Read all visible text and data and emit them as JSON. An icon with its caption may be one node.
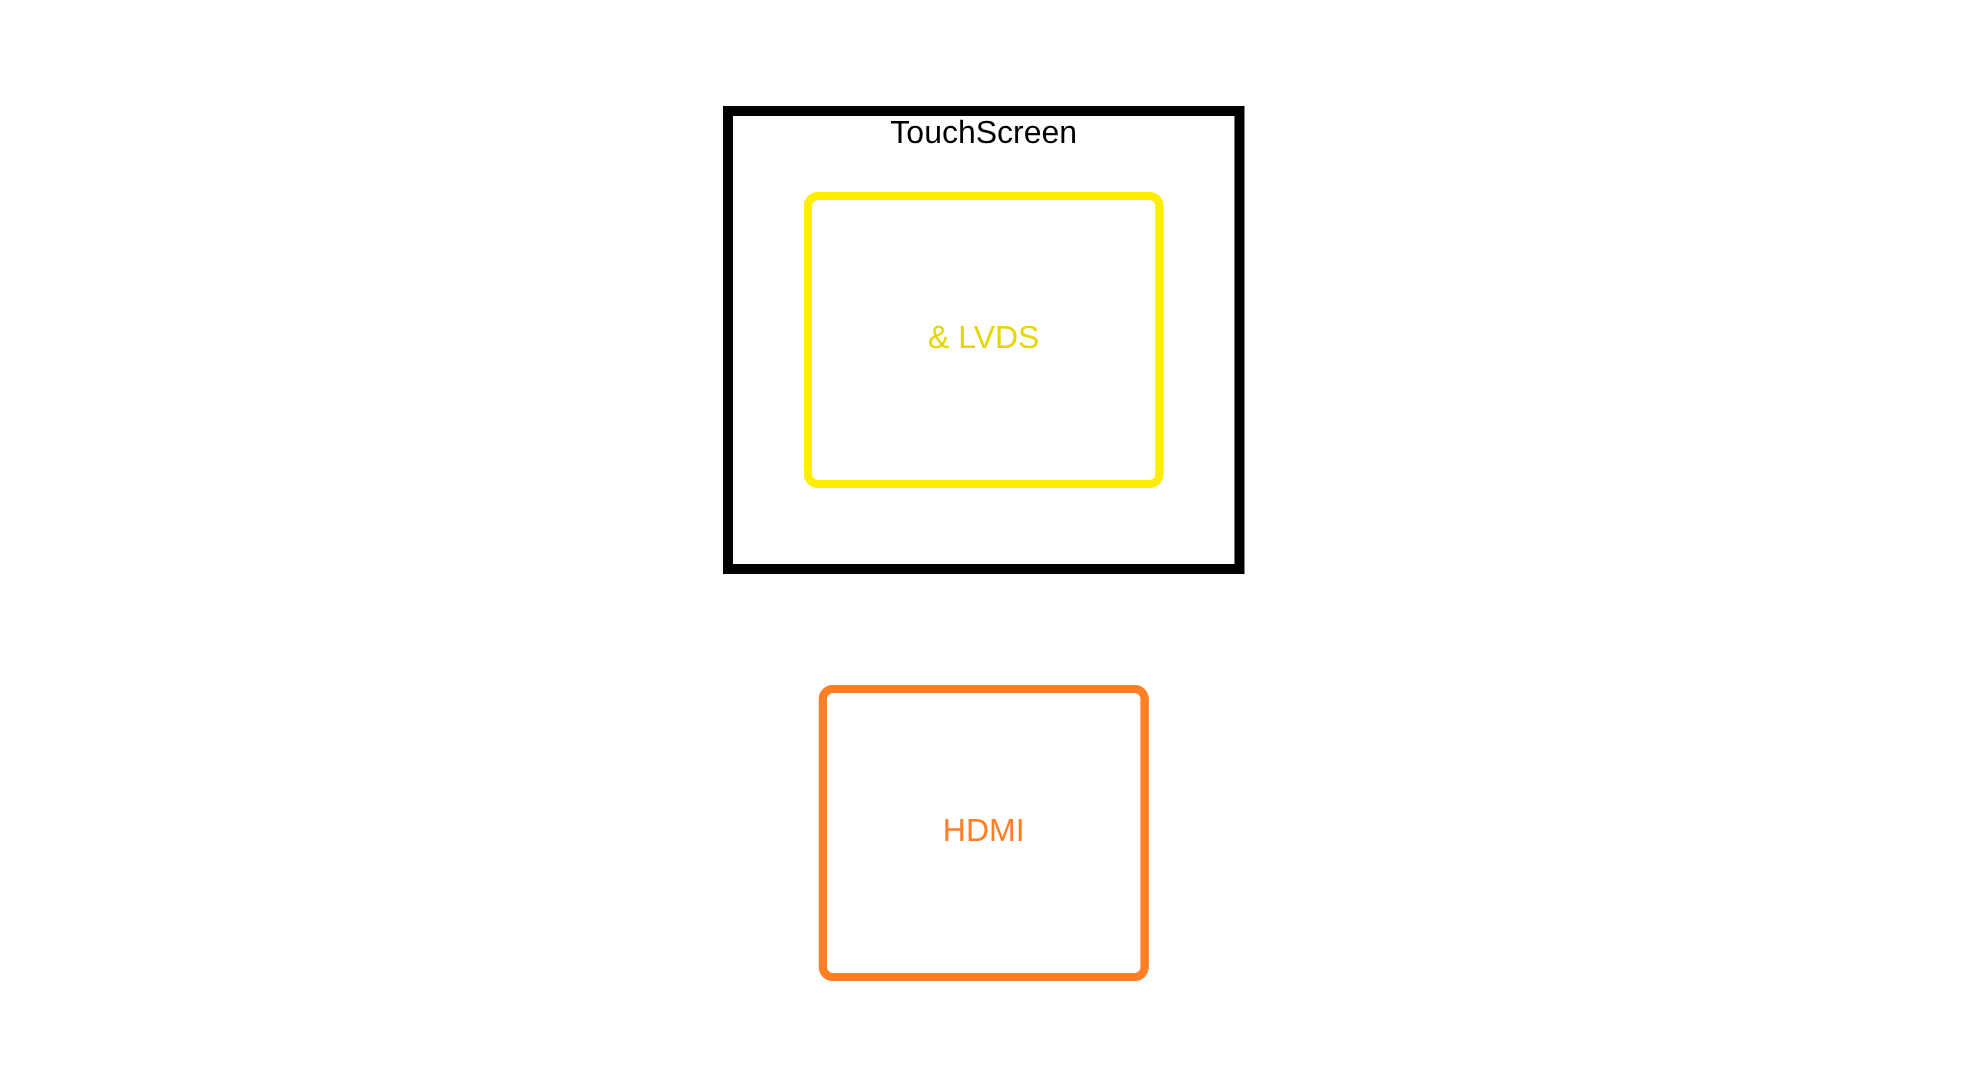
{
  "diagram": {
    "nodes": [
      {
        "text": [
          "TouchScreen"
        ]
      },
      {
        "text": [
          "& LVDS"
        ],
        "in": 0
      },
      {
        "text": [
          "HDMI"
        ]
      }
    ]
  }
}
